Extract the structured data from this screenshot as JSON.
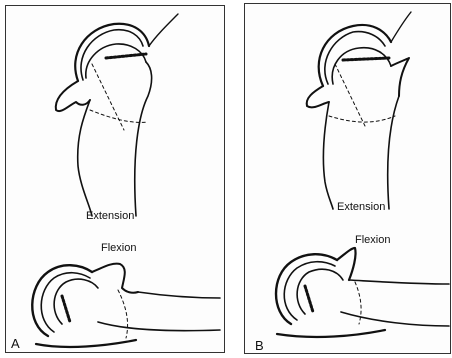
{
  "panels": {
    "a": {
      "corner_label": "A",
      "upper_caption": "Extension",
      "lower_caption": "Flexion"
    },
    "b": {
      "corner_label": "B",
      "upper_caption": "Extension",
      "lower_caption": "Flexion"
    }
  },
  "colors": {
    "line": "#111111",
    "frame": "#333333",
    "background": "#ffffff"
  }
}
